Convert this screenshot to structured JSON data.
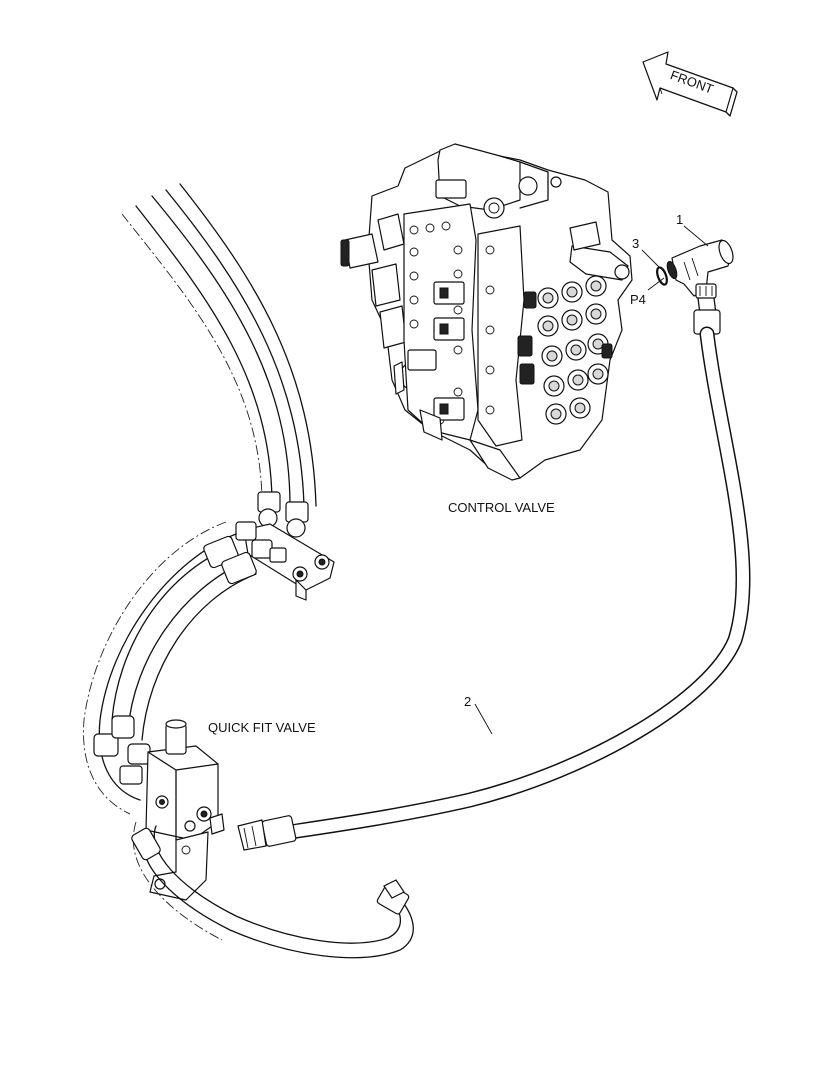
{
  "labels": {
    "front": "FRONT",
    "control_valve": "CONTROL VALVE",
    "quick_fit_valve": "QUICK FIT VALVE",
    "port": "P4"
  },
  "callouts": {
    "item_1": "1",
    "item_2": "2",
    "item_3": "3"
  },
  "colors": {
    "line": "#111111",
    "background": "#ffffff"
  }
}
